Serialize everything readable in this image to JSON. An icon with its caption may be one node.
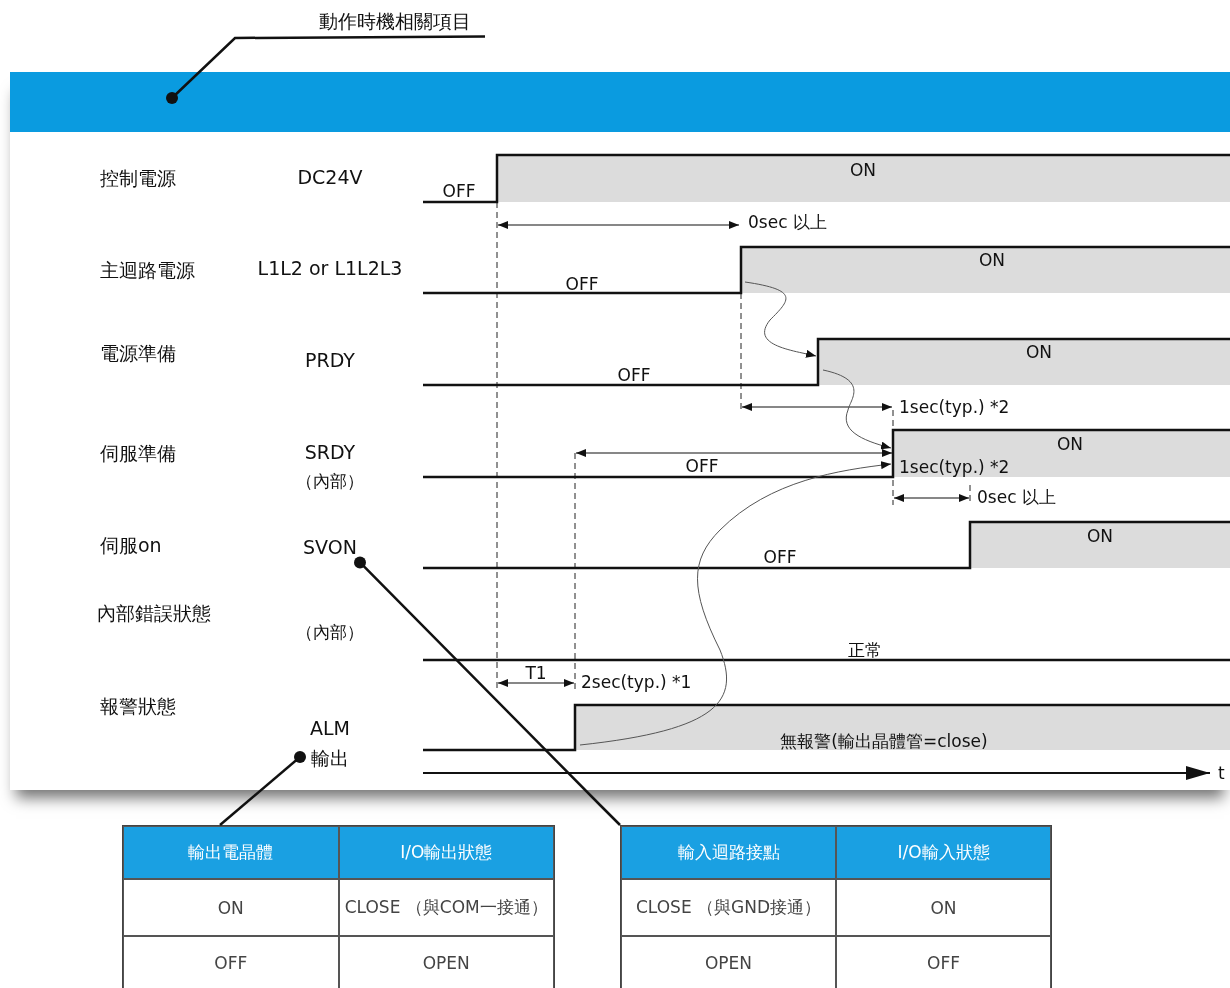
{
  "diagram": {
    "nodes": [
      {
        "text": [
          "動作時機相關項目"
        ]
      },
      {
        "text": [],
        "shape": "bar"
      },
      {
        "text": [
          "ALM",
          "輸出"
        ]
      },
      {
        "text": [
          "SVON"
        ]
      },
      {
        "text": [
          "輸出電晶體",
          "I/O輸出狀態",
          "ON",
          "CLOSE （與COM一接通）",
          "OFF",
          "OPEN"
        ]
      },
      {
        "text": [
          "輸入迴路接點",
          "I/O輸入狀態",
          "CLOSE （與GND接通）",
          "ON",
          "OPEN",
          "OFF"
        ]
      }
    ],
    "edges": [
      {
        "from": 0,
        "to": 1,
        "arrow": "other"
      },
      {
        "from": 4,
        "to": 2,
        "arrow": "other"
      },
      {
        "from": 5,
        "to": 3,
        "arrow": "other"
      }
    ],
    "labels": [
      "控制電源",
      "DC24V",
      "OFF",
      "ON",
      "0sec 以上",
      "主迴路電源",
      "L1L2 or L1L2L3",
      "OFF",
      "ON",
      "電源準備",
      "PRDY",
      "OFF",
      "ON",
      "1sec(typ.) *2",
      "伺服準備",
      "SRDY",
      "（內部）",
      "OFF",
      "ON",
      "1sec(typ.) *2",
      "0sec 以上",
      "伺服on",
      "OFF",
      "ON",
      "內部錯誤狀態",
      "（內部）",
      "正常",
      "T1",
      "2sec(typ.) *1",
      "報警狀態",
      "無報警(輸出晶體管=close)",
      "t"
    ]
  }
}
